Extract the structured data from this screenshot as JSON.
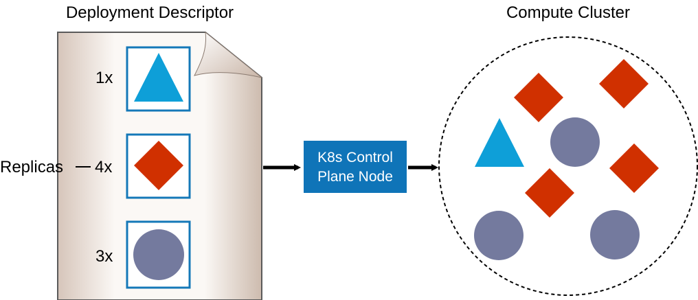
{
  "descriptor": {
    "title": "Deployment Descriptor",
    "replicas_label": "Replicas",
    "rows": [
      {
        "count": "1x",
        "shape": "triangle"
      },
      {
        "count": "4x",
        "shape": "diamond"
      },
      {
        "count": "3x",
        "shape": "circle"
      }
    ]
  },
  "control_plane": {
    "line1": "K8s Control",
    "line2": "Plane Node"
  },
  "cluster": {
    "title": "Compute Cluster",
    "pods": [
      {
        "shape": "diamond"
      },
      {
        "shape": "diamond"
      },
      {
        "shape": "triangle"
      },
      {
        "shape": "circle"
      },
      {
        "shape": "diamond"
      },
      {
        "shape": "diamond"
      },
      {
        "shape": "circle"
      },
      {
        "shape": "circle"
      }
    ]
  },
  "colors": {
    "triangle": "#0e9fd8",
    "diamond": "#d03000",
    "circle": "#747a9e",
    "box_border": "#1478b8",
    "node_fill": "#0f74b8",
    "paper_light": "#fbf7f3",
    "paper_dark": "#d2bfb3"
  }
}
